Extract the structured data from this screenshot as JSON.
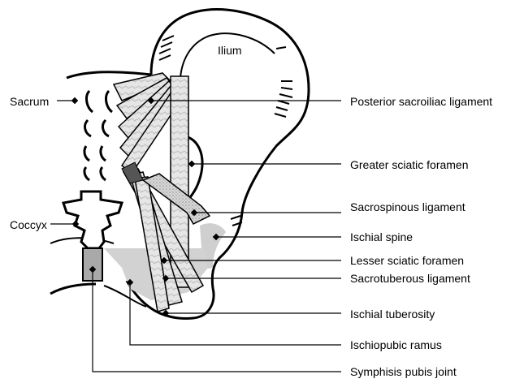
{
  "diagram": {
    "title": "",
    "region_labels": {
      "ilium": "Ilium"
    },
    "left_labels": {
      "sacrum": "Sacrum",
      "coccyx": "Coccyx"
    },
    "right_labels": [
      "Posterior sacroiliac ligament",
      "Greater sciatic foramen",
      "Sacrospinous ligament",
      "Ischial spine",
      "Lesser sciatic foramen",
      "Sacrotuberous ligament",
      "Ischial tuberosity",
      "Ischiopubic ramus",
      "Symphisis pubis joint"
    ],
    "colors": {
      "outline": "#000000",
      "ligament_fill": "#eeeeee",
      "bone_shade": "#c8c8c8",
      "background": "#ffffff"
    }
  }
}
